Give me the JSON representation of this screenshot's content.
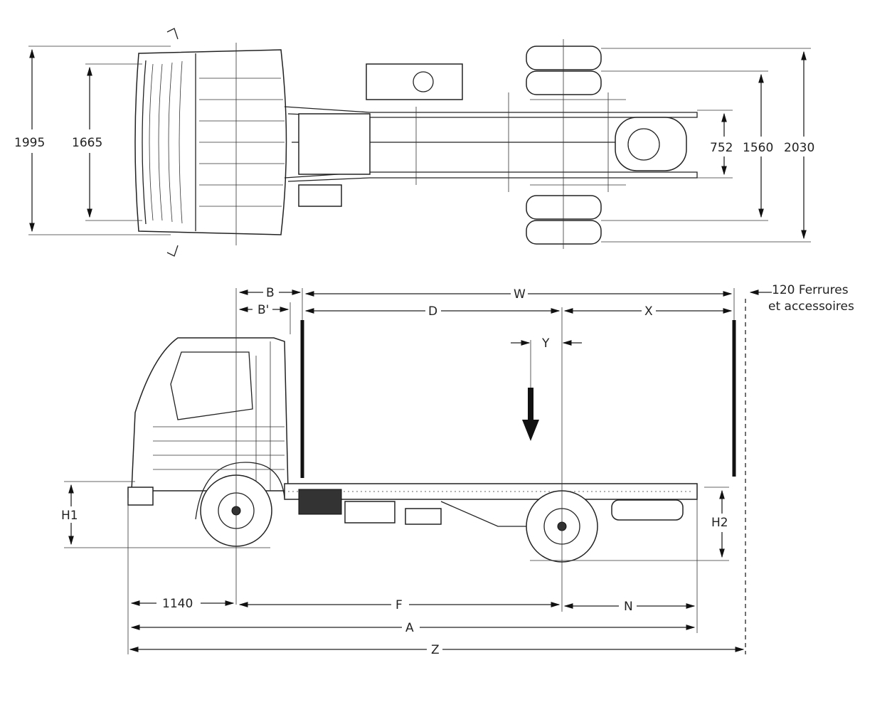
{
  "top_view": {
    "dims_left": [
      "1995",
      "1665"
    ],
    "dims_right": [
      "752",
      "1560",
      "2030"
    ]
  },
  "side_view": {
    "labels": {
      "B": "B",
      "B_prime": "B'",
      "W": "W",
      "D": "D",
      "X": "X",
      "Y": "Y",
      "H1": "H1",
      "H2": "H2",
      "front_overhang": "1140",
      "F": "F",
      "N": "N",
      "A": "A",
      "Z": "Z"
    },
    "note_line1": "120 Ferrures",
    "note_line2": "et accessoires"
  }
}
